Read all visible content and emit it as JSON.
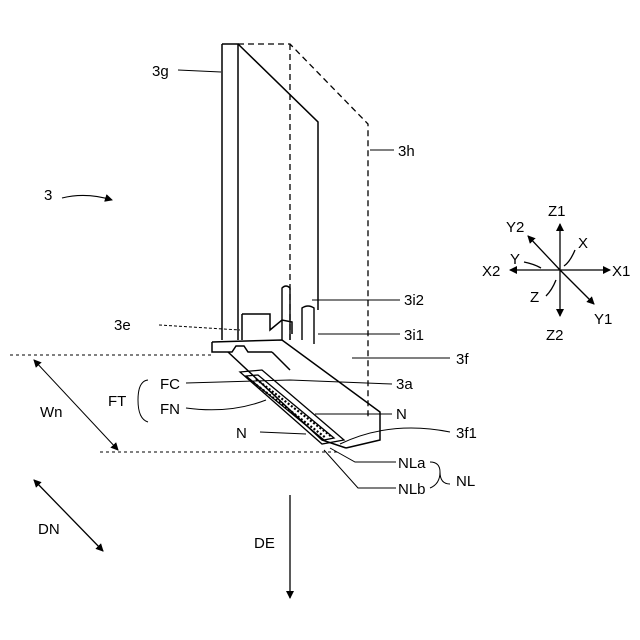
{
  "labels": {
    "l3": "3",
    "l3g": "3g",
    "l3h": "3h",
    "l3e": "3e",
    "l3i2": "3i2",
    "l3i1": "3i1",
    "l3f": "3f",
    "l3a": "3a",
    "l3f1": "3f1",
    "FT": "FT",
    "FC": "FC",
    "FN": "FN",
    "N_right": "N",
    "N_left": "N",
    "Wn": "Wn",
    "NLa": "NLa",
    "NLb": "NLb",
    "NL": "NL",
    "DN": "DN",
    "DE": "DE"
  },
  "axes": {
    "Z1": "Z1",
    "Z2": "Z2",
    "Y2": "Y2",
    "Y1": "Y1",
    "X1": "X1",
    "X2": "X2",
    "X": "X",
    "Y": "Y",
    "Z": "Z"
  },
  "colors": {
    "stroke": "#000000",
    "background": "#ffffff"
  }
}
